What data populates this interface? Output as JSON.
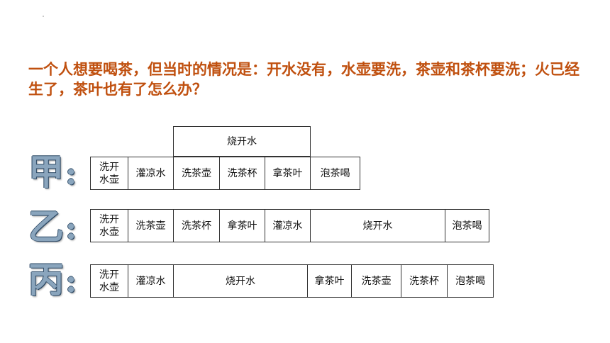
{
  "question": "一个人想要喝茶，但当时的情况是：开水没有，水壶要洗，茶壶和茶杯要洗；火已经生了，茶叶也有了怎么办？",
  "rows": {
    "jia": {
      "label": "甲",
      "colon": ":",
      "top_cell": "烧开水",
      "cells": [
        "洗开水壶",
        "灌凉水",
        "洗茶壶",
        "洗茶杯",
        "拿茶叶",
        "泡茶喝"
      ]
    },
    "yi": {
      "label": "乙",
      "colon": ":",
      "cells": [
        "洗开水壶",
        "洗茶壶",
        "洗茶杯",
        "拿茶叶",
        "灌凉水",
        "烧开水",
        "泡茶喝"
      ]
    },
    "bing": {
      "label": "丙",
      "colon": ":",
      "cells": [
        "洗开水壶",
        "灌凉水",
        "烧开水",
        "拿茶叶",
        "洗茶壶",
        "洗茶杯",
        "泡茶喝"
      ]
    }
  }
}
